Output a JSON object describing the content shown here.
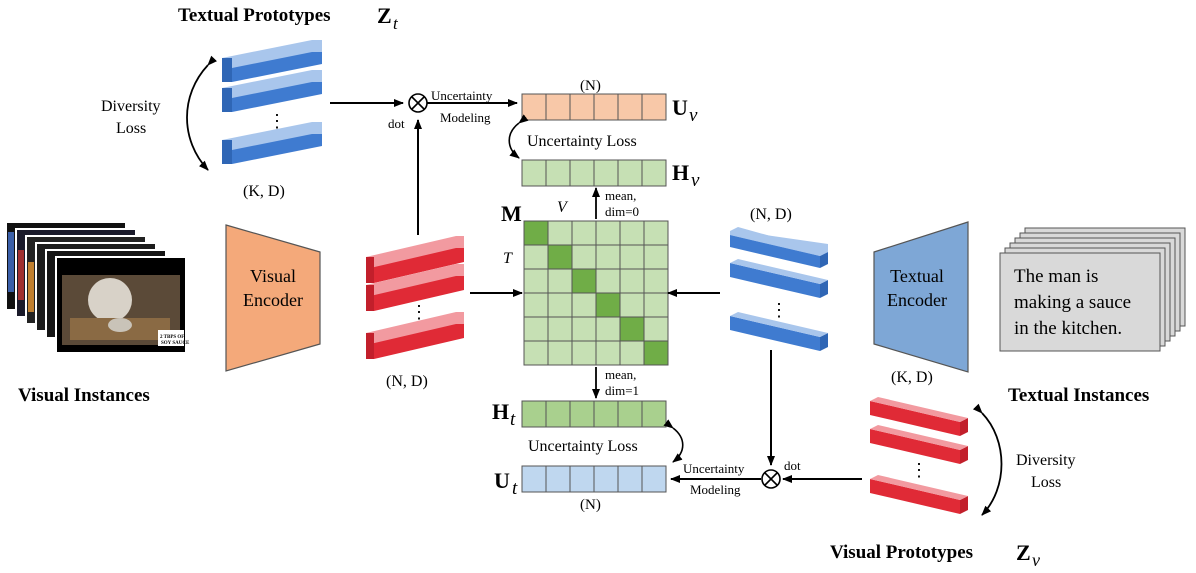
{
  "textual_prototypes": {
    "title": "Textual Prototypes",
    "symbol": "Z",
    "subscript": "t",
    "shape": "(K, D)",
    "dots": "⋮"
  },
  "visual_prototypes": {
    "title": "Visual Prototypes",
    "symbol": "Z",
    "subscript": "v",
    "shape": "(K, D)",
    "dots": "⋮"
  },
  "diversity_loss_top": {
    "line1": "Diversity",
    "line2": "Loss"
  },
  "diversity_loss_bottom": {
    "line1": "Diversity",
    "line2": "Loss"
  },
  "visual_encoder": {
    "line1": "Visual",
    "line2": "Encoder"
  },
  "textual_encoder": {
    "line1": "Textual",
    "line2": "Encoder"
  },
  "visual_features": {
    "shape": "(N, D)",
    "dots": "⋮"
  },
  "textual_features": {
    "shape": "(N, D)",
    "dots": "⋮"
  },
  "visual_instances": {
    "label": "Visual Instances",
    "thumb_text1": "2 TBPS OF",
    "thumb_text2": "SOY SAUCE"
  },
  "textual_instances": {
    "label": "Textual Instances",
    "line1": "The man is",
    "line2": "making a sauce",
    "line3": "in the kitchen."
  },
  "uv": {
    "symbol": "U",
    "subscript": "v",
    "count": "(N)"
  },
  "ut": {
    "symbol": "U",
    "subscript": "t",
    "count": "(N)"
  },
  "hv": {
    "symbol": "H",
    "subscript": "v"
  },
  "ht": {
    "symbol": "H",
    "subscript": "t"
  },
  "matrix": {
    "symbol": "M",
    "col_label": "V",
    "row_label": "T"
  },
  "mean_top": {
    "line1": "mean,",
    "line2": "dim=0"
  },
  "mean_bottom": {
    "line1": "mean,",
    "line2": "dim=1"
  },
  "uncertainty_loss_top": "Uncertainty Loss",
  "uncertainty_loss_bottom": "Uncertainty Loss",
  "uncertainty_modeling_top": {
    "line1": "Uncertainty",
    "line2": "Modeling"
  },
  "uncertainty_modeling_bottom": {
    "line1": "Uncertainty",
    "line2": "Modeling"
  },
  "dot_top": "dot",
  "dot_bottom": "dot",
  "colors": {
    "blue_bar": "#5b8fd6",
    "red_bar": "#e8454f",
    "orange_encoder": "#f4a97a",
    "blue_encoder": "#7ea7d6",
    "uv_cell": "#f8c8a8",
    "ut_cell": "#bfd7ef",
    "h_cell": "#c6e0b4",
    "ht_cell": "#a9d08e",
    "matrix_cell": "#c6e0b4",
    "matrix_diag": "#70ad47"
  }
}
